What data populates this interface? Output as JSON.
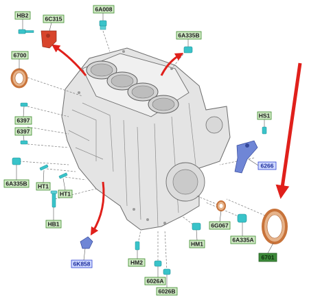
{
  "labels": {
    "hb2": "HB2",
    "c6c315": "6C315",
    "a6a008": "6A008",
    "a6a335b_top": "6A335B",
    "l6700": "6700",
    "l6397_a": "6397",
    "l6397_b": "6397",
    "hs1": "HS1",
    "l6266": "6266",
    "a6a335b_left": "6A335B",
    "ht1_a": "HT1",
    "ht1_b": "HT1",
    "hb1": "HB1",
    "g6g067": "6G067",
    "hm1": "HM1",
    "a6a335a": "6A335A",
    "k6k858": "6K858",
    "hm2": "HM2",
    "a6026a": "6026A",
    "b6026b": "6026B",
    "l6701": "6701"
  },
  "colors": {
    "box_green_fill": "#cfe9c4",
    "box_green_stroke": "#3a8a2a",
    "box_blue_fill": "#cfd9ff",
    "box_blue_stroke": "#2b3fd1",
    "box_dark_fill": "#3d8a3a",
    "arrow_red": "#e0201b",
    "part_cyan": "#39c3c9",
    "part_copper": "#c8733a",
    "part_blue": "#6f86d6",
    "part_red": "#d8452c"
  }
}
